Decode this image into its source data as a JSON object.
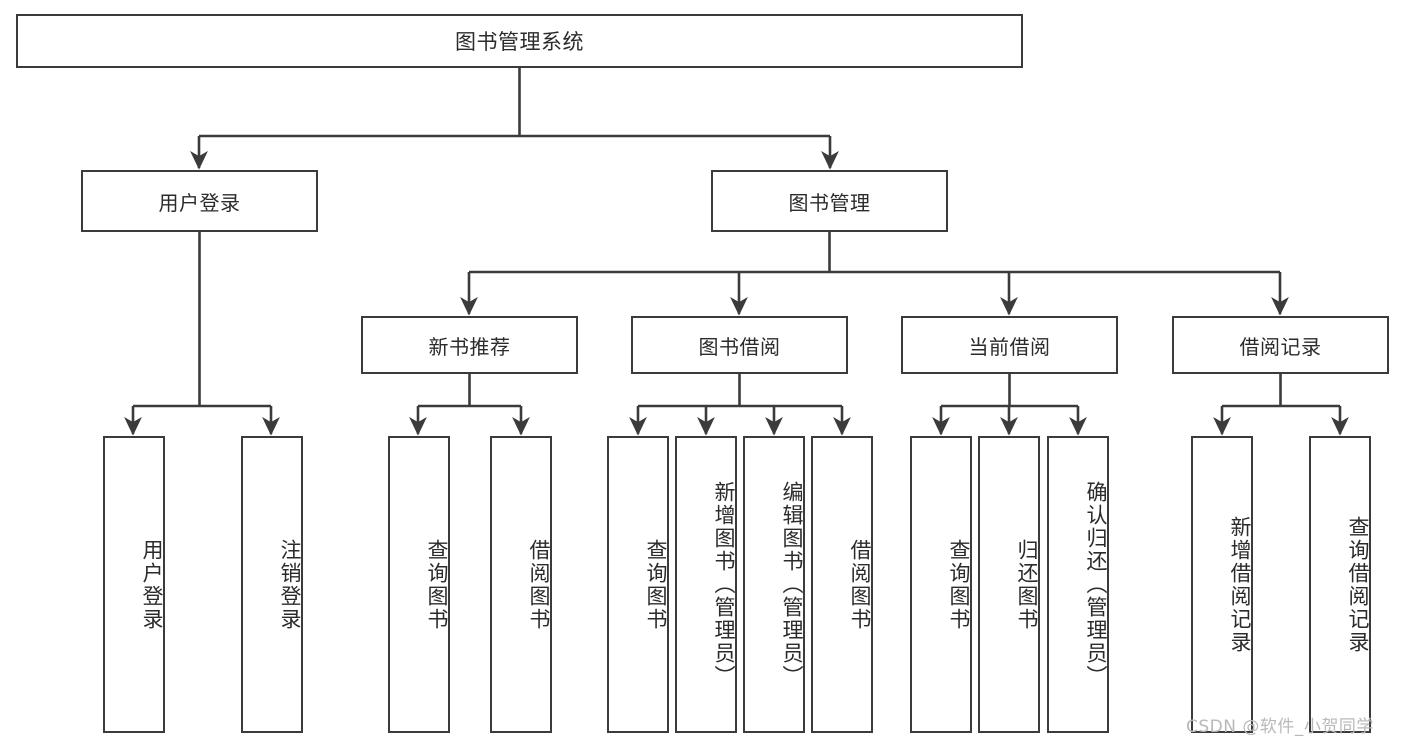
{
  "diagram": {
    "type": "tree",
    "title": "图书管理系统",
    "stroke_color": "#3b3b3b",
    "text_color": "#2b2b2b",
    "background": "#ffffff",
    "watermark": "CSDN @软件_小贺同学"
  },
  "nodes": {
    "root": {
      "label": "图书管理系统"
    },
    "level2": [
      {
        "id": "user-login",
        "label": "用户登录"
      },
      {
        "id": "book-manage",
        "label": "图书管理"
      }
    ],
    "level3": [
      {
        "id": "new-book-recommend",
        "label": "新书推荐"
      },
      {
        "id": "book-borrow",
        "label": "图书借阅"
      },
      {
        "id": "current-borrow",
        "label": "当前借阅"
      },
      {
        "id": "borrow-record",
        "label": "借阅记录"
      }
    ],
    "leaves": [
      {
        "id": "leaf-user-login",
        "label": "用户登录",
        "parent": "user-login"
      },
      {
        "id": "leaf-logout-login",
        "label": "注销登录",
        "parent": "user-login"
      },
      {
        "id": "leaf-query-book-1",
        "label": "查询图书",
        "parent": "new-book-recommend"
      },
      {
        "id": "leaf-borrow-book-1",
        "label": "借阅图书",
        "parent": "new-book-recommend"
      },
      {
        "id": "leaf-query-book-2",
        "label": "查询图书",
        "parent": "book-borrow"
      },
      {
        "id": "leaf-add-book",
        "label": "新增图书（管理员）",
        "parent": "book-borrow"
      },
      {
        "id": "leaf-edit-book",
        "label": "编辑图书（管理员）",
        "parent": "book-borrow"
      },
      {
        "id": "leaf-borrow-book-2",
        "label": "借阅图书",
        "parent": "book-borrow"
      },
      {
        "id": "leaf-query-book-3",
        "label": "查询图书",
        "parent": "current-borrow"
      },
      {
        "id": "leaf-return-book",
        "label": "归还图书",
        "parent": "current-borrow"
      },
      {
        "id": "leaf-confirm-return",
        "label": "确认归还（管理员）",
        "parent": "current-borrow"
      },
      {
        "id": "leaf-add-record",
        "label": "新增借阅记录",
        "parent": "borrow-record"
      },
      {
        "id": "leaf-query-record",
        "label": "查询借阅记录",
        "parent": "borrow-record"
      }
    ]
  }
}
